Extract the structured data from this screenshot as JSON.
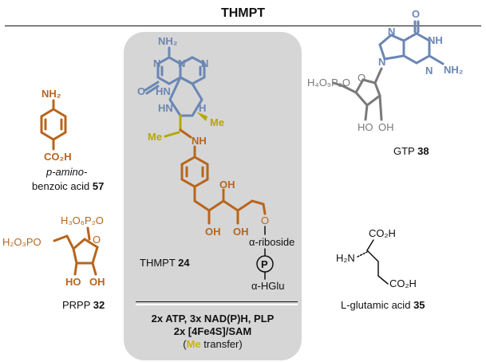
{
  "title": "THMPT",
  "colors": {
    "pterin_blue": "#6b86b4",
    "aminobenzoyl_orange": "#b8651c",
    "methyl_yellow": "#b5a800",
    "gtp_gray": "#7a7a7a",
    "panel_gray": "#d6d6d6"
  },
  "compounds": {
    "paba": {
      "name_line1": "p-amino-",
      "name_line2": "benzoic acid",
      "number": "57"
    },
    "prpp": {
      "name": "PRPP",
      "number": "32"
    },
    "thmpt": {
      "name": "THMPT",
      "number": "24"
    },
    "gtp": {
      "name": "GTP",
      "number": "38"
    },
    "glutamic": {
      "name": "L-glutamic acid",
      "number": "35"
    }
  },
  "atoms": {
    "nh2": "NH₂",
    "nh2_paba": "NH₂",
    "co2h": "CO₂H",
    "o": "O",
    "n": "N",
    "hn": "HN",
    "nh": "NH",
    "h": "H",
    "me": "Me",
    "oh": "OH",
    "ho": "HO",
    "h4o9p3o": "H₄O₉P₃O",
    "h3o6p2o": "H₃O₆P₂O",
    "h2o3po": "H₂O₃PO",
    "h2n": "H₂N",
    "alpha_riboside": "α-riboside",
    "alpha_hglu": "α-HGlu",
    "phosphate": "P"
  },
  "conditions": {
    "line1": "2x ATP, 3x NAD(P)H, PLP",
    "line2": "2x [4Fe4S]/SAM",
    "line3_open": "(",
    "line3_me": "Me",
    "line3_rest": " transfer)"
  }
}
